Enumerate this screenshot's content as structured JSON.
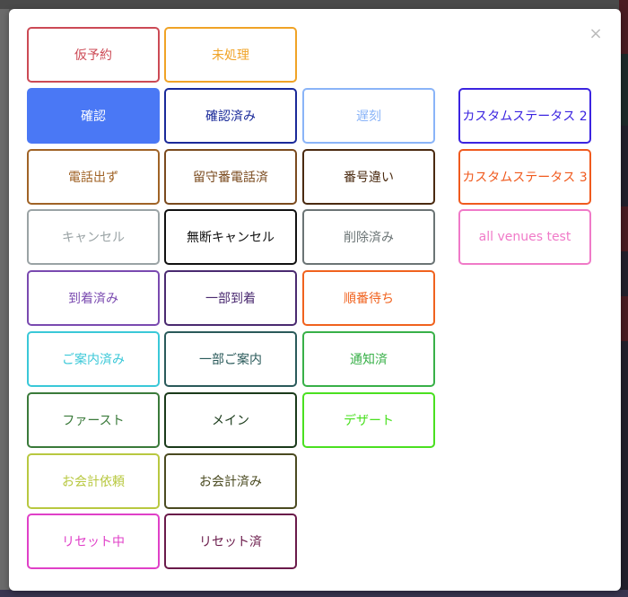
{
  "modal": {
    "close_label": "×",
    "statuses": [
      {
        "label": "仮予約",
        "color": "#cc4a55",
        "col": 0,
        "row": 0
      },
      {
        "label": "未処理",
        "color": "#f0a326",
        "col": 1,
        "row": 0
      },
      {
        "label": "確認",
        "color": "#4a78f5",
        "col": 0,
        "row": 1,
        "selected": true
      },
      {
        "label": "確認済み",
        "color": "#1a2a99",
        "col": 1,
        "row": 1
      },
      {
        "label": "遅刻",
        "color": "#8ab4f8",
        "col": 2,
        "row": 1
      },
      {
        "label": "カスタムステータス 2",
        "color": "#3b24e0",
        "col": 3,
        "row": 1
      },
      {
        "label": "電話出ず",
        "color": "#a06326",
        "col": 0,
        "row": 2
      },
      {
        "label": "留守番電話済",
        "color": "#7a4a1e",
        "col": 1,
        "row": 2
      },
      {
        "label": "番号違い",
        "color": "#4a2a10",
        "col": 2,
        "row": 2
      },
      {
        "label": "カスタムステータス 3",
        "color": "#f05a1e",
        "col": 3,
        "row": 2
      },
      {
        "label": "キャンセル",
        "color": "#9aa3a5",
        "col": 0,
        "row": 3
      },
      {
        "label": "無断キャンセル",
        "color": "#111111",
        "col": 1,
        "row": 3
      },
      {
        "label": "削除済み",
        "color": "#6b7475",
        "col": 2,
        "row": 3
      },
      {
        "label": "all venues test",
        "color": "#f07ac8",
        "col": 3,
        "row": 3
      },
      {
        "label": "到着済み",
        "color": "#7a4ab0",
        "col": 0,
        "row": 4
      },
      {
        "label": "一部到着",
        "color": "#4a2a70",
        "col": 1,
        "row": 4
      },
      {
        "label": "順番待ち",
        "color": "#f0621e",
        "col": 2,
        "row": 4
      },
      {
        "label": "ご案内済み",
        "color": "#3ac8d8",
        "col": 0,
        "row": 5
      },
      {
        "label": "一部ご案内",
        "color": "#2a5a5a",
        "col": 1,
        "row": 5
      },
      {
        "label": "通知済",
        "color": "#38b048",
        "col": 2,
        "row": 5
      },
      {
        "label": "ファースト",
        "color": "#3a7a3a",
        "col": 0,
        "row": 6
      },
      {
        "label": "メイン",
        "color": "#1a3a1a",
        "col": 1,
        "row": 6
      },
      {
        "label": "デザート",
        "color": "#4ae020",
        "col": 2,
        "row": 6
      },
      {
        "label": "お会計依頼",
        "color": "#b8c840",
        "col": 0,
        "row": 7
      },
      {
        "label": "お会計済み",
        "color": "#4a4a20",
        "col": 1,
        "row": 7
      },
      {
        "label": "リセット中",
        "color": "#e040c8",
        "col": 0,
        "row": 8
      },
      {
        "label": "リセット済",
        "color": "#6a1a4a",
        "col": 1,
        "row": 8
      }
    ]
  }
}
